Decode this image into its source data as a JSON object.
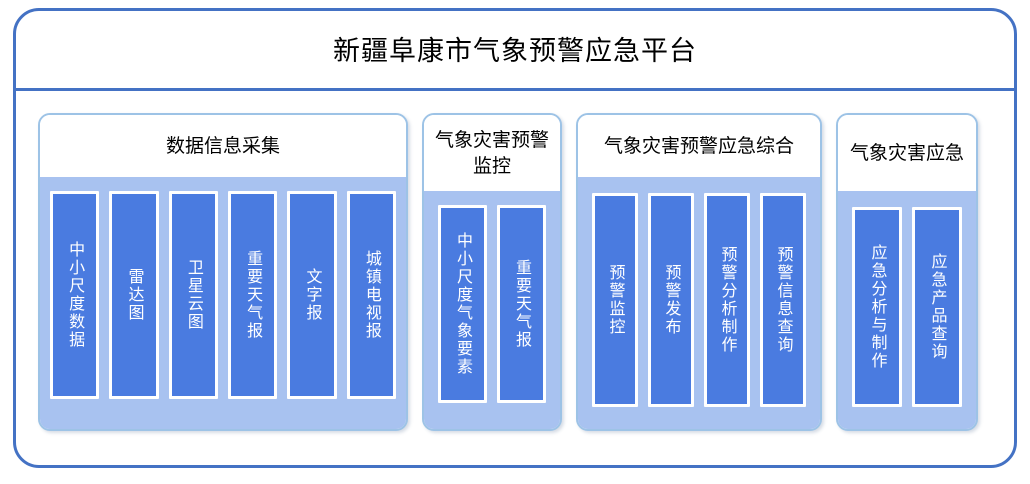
{
  "platform": {
    "title": "新疆阜康市气象预警应急平台",
    "frame_border_color": "#4472C4",
    "card_border_color": "#9DC3E6",
    "card_body_color": "#A8C2F0",
    "item_color": "#4A7BE0",
    "item_text_color": "#FFFFFF",
    "header_text_color": "#000000"
  },
  "sections": [
    {
      "title": "数据信息采集",
      "items": [
        {
          "label": "中小尺度数据"
        },
        {
          "label": "雷达图"
        },
        {
          "label": "卫星云图"
        },
        {
          "label": "重要天气报"
        },
        {
          "label": "文字报"
        },
        {
          "label": "城镇电视报"
        }
      ]
    },
    {
      "title": "气象灾害预警监控",
      "items": [
        {
          "label": "中小尺度气象要素"
        },
        {
          "label": "重要天气报"
        }
      ]
    },
    {
      "title": "气象灾害预警应急综合",
      "items": [
        {
          "label": "预警监控"
        },
        {
          "label": "预警发布"
        },
        {
          "label": "预警分析制作"
        },
        {
          "label": "预警信息查询"
        }
      ]
    },
    {
      "title": "气象灾害应急",
      "items": [
        {
          "label": "应急分析与制作"
        },
        {
          "label": "应急产品查询"
        }
      ]
    }
  ]
}
